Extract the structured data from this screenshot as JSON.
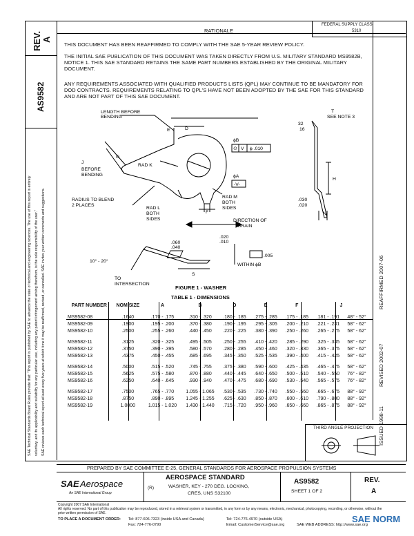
{
  "header": {
    "rationale_label": "RATIONALE",
    "federal_supply": "FEDERAL SUPPLY CLASS",
    "federal_code": "5310"
  },
  "left_strip": {
    "rev_label": "REV.",
    "rev_value": "A",
    "doc_number": "AS9582",
    "disclaimer_line1": "SAE Technical Standards Board Rules provide that: \"This report is published by SAE to advance the state of technical and engineering sciences. The use of this report is entirely",
    "disclaimer_line2": "voluntary, and its applicability and suitability for any particular use, including any patent infringement arising therefrom, is the sole responsibility of the user.\"",
    "disclaimer_line3": "SAE reviews each technical report at least every five years at which time it may be reaffirmed, revised, or cancelled. SAE invites your written comments and suggestions."
  },
  "right_strip": {
    "reaffirmed": "REAFFIRMED 2007-06",
    "revised": "REVISED 2002-07",
    "issued": "ISSUED 1998-11"
  },
  "body": {
    "para1": "THIS DOCUMENT HAS BEEN REAFFIRMED TO COMPLY WITH THE SAE 5-YEAR REVIEW POLICY.",
    "para2": "THE INITIAL SAE PUBLICATION OF THIS DOCUMENT WAS TAKEN DIRECTLY FROM U.S. MILITARY STANDARD MS9582B, NOTICE 1. THIS SAE STANDARD RETAINS THE SAME PART NUMBERS ESTABLISHED BY THE ORIGINAL MILITARY DOCUMENT.",
    "para3": "ANY REQUIREMENTS ASSOCIATED WITH QUALIFIED PRODUCTS LISTS (QPL) MAY CONTINUE TO BE MANDATORY FOR DOD CONTRACTS. REQUIREMENTS RELATING TO QPL'S HAVE NOT BEEN ADOPTED BY THE SAE FOR THIS STANDARD AND ARE NOT PART OF THIS SAE DOCUMENT."
  },
  "figure": {
    "caption": "FIGURE 1 - WASHER",
    "length_before_bending": "LENGTH BEFORE BENDING",
    "j_before_bending": "J BEFORE BENDING",
    "radius_to_blend": "RADIUS TO BLEND 2 PLACES",
    "rad_k": "RAD K",
    "rad_l": "RAD L BOTH SIDES",
    "rad_m": "RAD M BOTH SIDES",
    "direction_of_grain": "DIRECTION OF GRAIN",
    "see_note_3": "SEE NOTE 3",
    "t_label": "T",
    "e_label": "E",
    "d_label": "D",
    "g_label": "G",
    "f_label": "F",
    "h_label": "H",
    "n_label": "N",
    "s_label": "S",
    "b_label": "B",
    "a_label": "A",
    "v_label": "V",
    "tol_010": ".010",
    "datum_v": "-V-",
    "frac_32": "32",
    "frac_16": "16",
    "dim_030": ".030",
    "dim_020": ".020",
    "dim_060": ".060",
    "dim_040": ".040",
    "dim_020b": ".020",
    "dim_010": ".010",
    "angle": "10° - 20°",
    "to_intersection": "TO INTERSECTION",
    "flat_005": ".005",
    "within_b": "WITHIN ϕB"
  },
  "table": {
    "title": "TABLE 1 - DIMENSIONS",
    "headers": [
      "PART NUMBER",
      "NOM SIZE",
      "A",
      "B",
      "D",
      "E",
      "F",
      "J"
    ],
    "groups": [
      [
        [
          "MS9582-08",
          ".1640",
          ".170 - .175",
          ".310 - .320",
          ".180 - .185",
          ".275 - .285",
          ".175 - .185",
          ".181 - .191",
          "48° - 52°"
        ],
        [
          "MS9582-09",
          ".1900",
          ".195 - .200",
          ".370 - .380",
          ".190 - .195",
          ".295 - .305",
          ".200 - .210",
          ".221 - .231",
          "58° - 62°"
        ],
        [
          "MS9582-10",
          ".2500",
          ".255 - .260",
          ".440 - .450",
          ".220 - .225",
          ".380 - .390",
          ".250 - .260",
          ".265 - .275",
          "58° - 62°"
        ]
      ],
      [
        [
          "MS9582-11",
          ".3125",
          ".320 - .325",
          ".495 - .505",
          ".250 - .255",
          ".410 - .420",
          ".285 - .290",
          ".325 - .335",
          "58° - 62°"
        ],
        [
          "MS9582-12",
          ".3750",
          ".390 - .395",
          ".580 - .570",
          ".280 - .285",
          ".450 - .460",
          ".320 - .330",
          ".365 - .375",
          "58° - 62°"
        ],
        [
          "MS9582-13",
          ".4375",
          ".450 - .455",
          ".685 - .695",
          ".345 - .350",
          ".525 - .535",
          ".390 - .400",
          ".415 - .425",
          "58° - 62°"
        ]
      ],
      [
        [
          "MS9582-14",
          ".5000",
          ".515 - .520",
          ".745 - .755",
          ".375 - .380",
          ".590 - .600",
          ".425 - .435",
          ".465 - .475",
          "58° - 62°"
        ],
        [
          "MS9582-15",
          ".5625",
          ".575 - .580",
          ".870 - .880",
          ".440 - .445",
          ".640 - .650",
          ".500 - .510",
          ".540 - .550",
          "76° - 82°"
        ],
        [
          "MS9582-16",
          ".6250",
          ".640 - .645",
          ".930 - .940",
          ".470 - .475",
          ".680 - .690",
          ".530 - .540",
          ".565 - .575",
          "76° - 82°"
        ]
      ],
      [
        [
          "MS9582-17",
          ".7500",
          ".765 - .770",
          "1.055 - 1.065",
          ".530 - .535",
          ".730 - .740",
          ".550 - .560",
          ".665 - .675",
          "88° - 92°"
        ],
        [
          "MS9582-18",
          ".8750",
          ".890 - .895",
          "1.245 - 1.255",
          ".625 - .630",
          ".850 - .870",
          ".600 - .610",
          ".790 - .800",
          "88° - 92°"
        ],
        [
          "MS9582-19",
          "1.0000",
          "1.015 - 1.020",
          "1.430 - 1.440",
          ".715 - .720",
          ".950 - .960",
          ".650 - .660",
          ".865 - .875",
          "88° - 92°"
        ]
      ]
    ]
  },
  "third_angle": "THIRD ANGLE PROJECTION",
  "footer": {
    "prepared_by": "PREPARED BY SAE COMMITTEE E-25, GENERAL STANDARDS FOR AEROSPACE PROPULSION SYSTEMS",
    "logo_sae": "SAE",
    "logo_aero": "Aerospace",
    "logo_tag": "An SAE International Group",
    "r_mark": "(R)",
    "standard_title": "AEROSPACE STANDARD",
    "desc_line1": "WASHER, KEY - 270 DEG. LOCKING,",
    "desc_line2": "CRES, UNS S32100",
    "doc_number": "AS9582",
    "sheet": "SHEET 1 OF 2",
    "rev_label": "REV.",
    "rev_value": "A",
    "copyright": "Copyright 2007 SAE International",
    "rights": "All rights reserved. No part of this publication may be reproduced, stored in a retrieval system or transmitted, in any form or by any means, electronic, mechanical, photocopying, recording, or otherwise, without the prior written permission of SAE.",
    "to_place_order": "TO PLACE A DOCUMENT ORDER:",
    "tel1": "Tel: 877-606-7323 (inside USA and Canada)",
    "tel2": "Tel: 724-776-4970 (outside USA)",
    "fax": "Fax: 724-776-0790",
    "email": "Email: CustomerService@sae.org",
    "web": "SAE WEB ADDRESS: http://www.sae.org",
    "watermark": "SAE NORM"
  }
}
